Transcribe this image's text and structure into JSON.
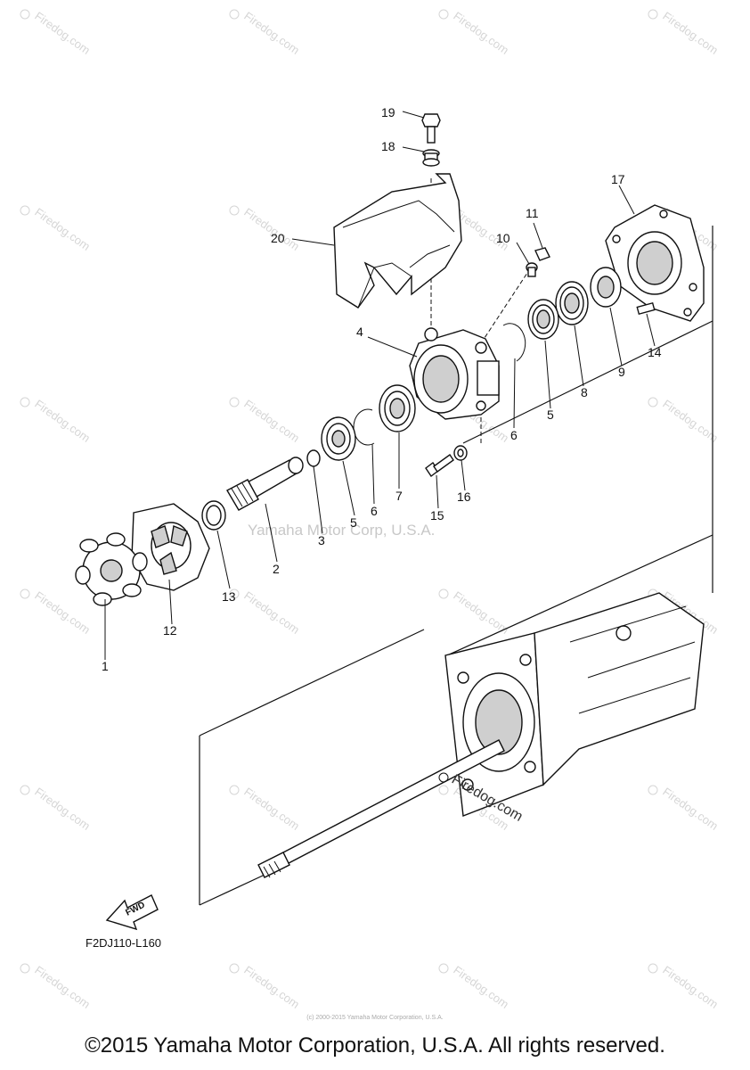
{
  "watermark": {
    "text": "Firedog.com",
    "brand_text": "Yamaha Motor Corp, U.S.A.",
    "color": "#d6d6d6"
  },
  "callouts": [
    "19",
    "18",
    "20",
    "11",
    "10",
    "17",
    "4",
    "5",
    "8",
    "9",
    "14",
    "6",
    "7",
    "16",
    "15",
    "3",
    "2",
    "13",
    "12",
    "1",
    "5",
    "6"
  ],
  "model_code": "F2DJ110-L160",
  "fwd_label": "FWD",
  "small_print": "(c) 2000-2015 Yamaha Motor Corporation, U.S.A.",
  "copyright": "©2015 Yamaha Motor Corporation, U.S.A. All rights reserved."
}
